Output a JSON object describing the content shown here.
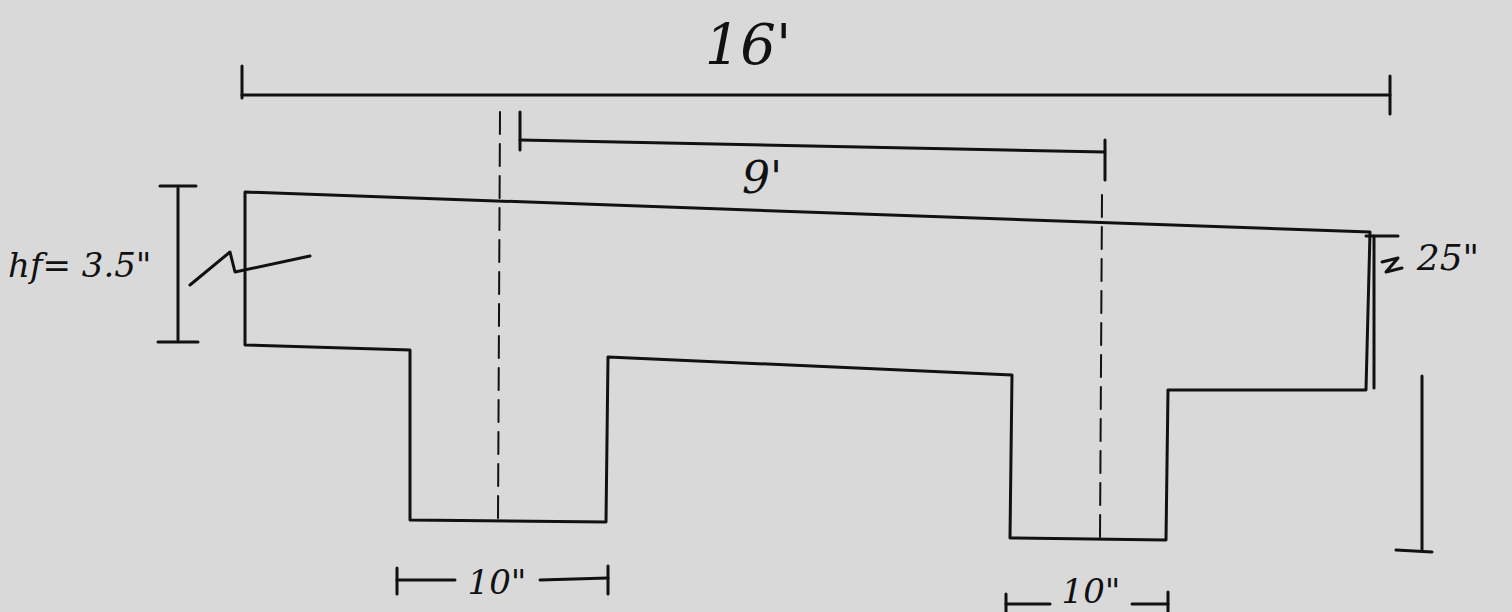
{
  "diagram": {
    "labels": [
      "16'",
      "9'",
      "hf= 3.5\"",
      "25\"",
      "10\"",
      "10\""
    ]
  }
}
